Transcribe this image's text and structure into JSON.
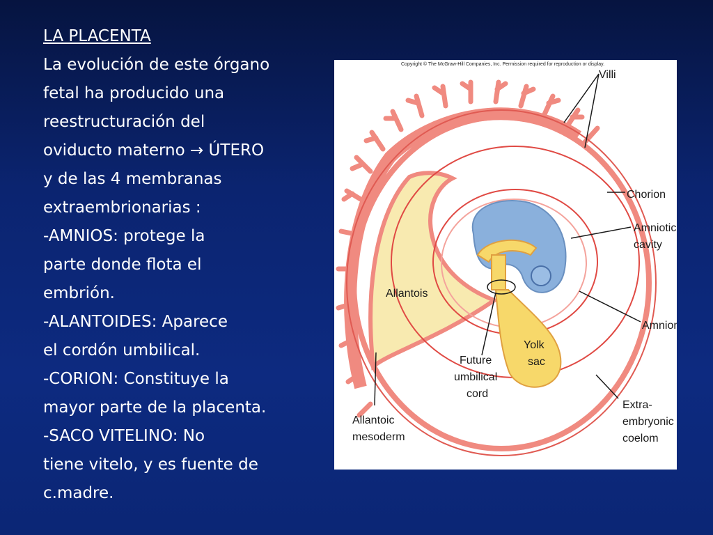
{
  "slide": {
    "lines": [
      "LA  PLACENTA",
      "La evolución de este órgano",
      "fetal ha producido una",
      "reestructuración del",
      "oviducto materno → ÚTERO",
      "y de las 4 membranas",
      "extraembrionarias :",
      "-AMNIOS: protege la",
      "parte donde flota el",
      "embrión.",
      "-ALANTOIDES: Aparece",
      "el cordón umbilical.",
      "-CORION: Constituye la",
      "mayor parte de la placenta.",
      "-SACO VITELINO: No",
      "tiene vitelo, y es fuente de",
      "c.madre."
    ]
  },
  "figure": {
    "copyright": "Copyright © The McGraw-Hill Companies, Inc. Permission required for reproduction or display.",
    "labels": {
      "villi": "Villi",
      "chorion": "Chorion",
      "amniotic_cavity": [
        "Amniotic",
        "cavity"
      ],
      "amnion": "Amnion",
      "allantois": "Allantois",
      "yolk_sac": [
        "Yolk",
        "sac"
      ],
      "future_umbilical_cord": [
        "Future",
        "umbilical",
        "cord"
      ],
      "allantoic_mesoderm": [
        "Allantoic",
        "mesoderm"
      ],
      "extraembryonic_coelom": [
        "Extra-",
        "embryonic",
        "coelom"
      ]
    },
    "colors": {
      "chorion": "#f08a80",
      "amnion_line": "#e04a44",
      "allantois_fill": "#f8eab0",
      "yolk_sac_fill": "#f7d86a",
      "embryo_fill": "#8ab0dc"
    }
  }
}
